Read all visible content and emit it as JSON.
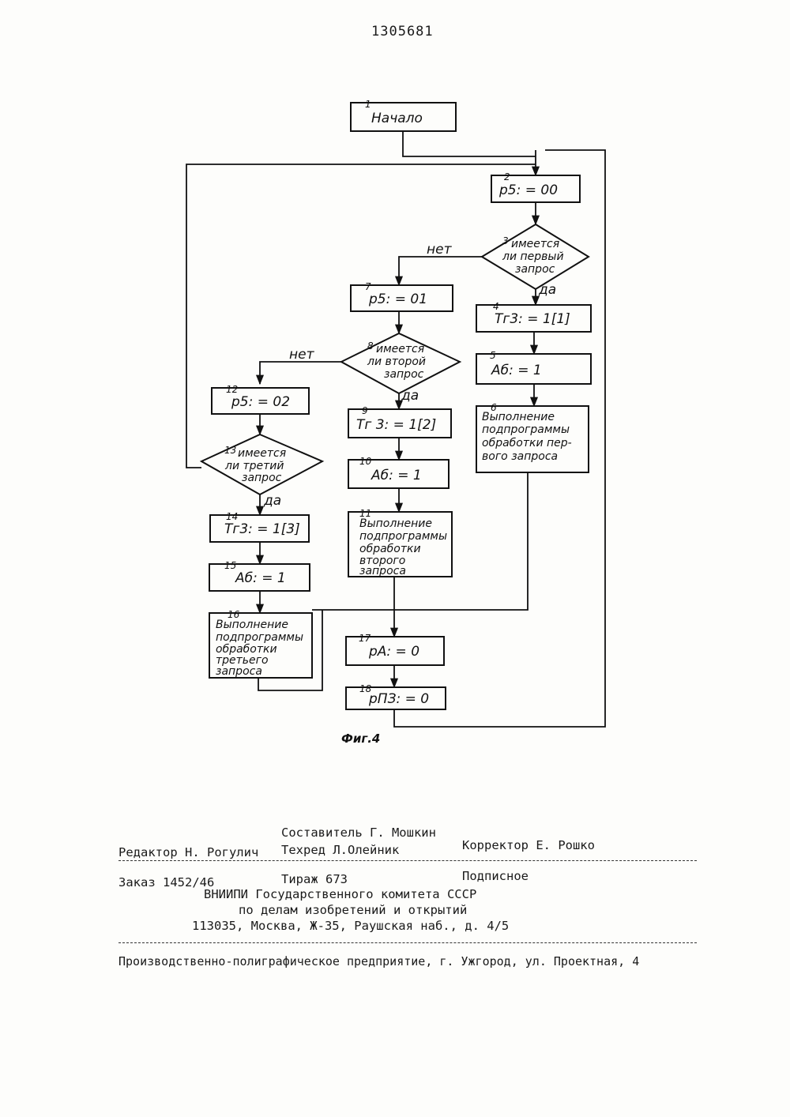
{
  "header": {
    "patent_number": "1305681"
  },
  "flowchart": {
    "nodes": [
      {
        "n": "1",
        "text": "Начало"
      },
      {
        "n": "2",
        "text": "р5: = 00"
      },
      {
        "n": "3",
        "lines": [
          "имеется",
          "ли первый",
          "запрос"
        ]
      },
      {
        "n": "4",
        "text": "Тг3: = 1[1]"
      },
      {
        "n": "5",
        "text": "Аб: = 1"
      },
      {
        "n": "6",
        "lines": [
          "Выполнение",
          "подпрограммы",
          "обработки пер-",
          "вого запроса"
        ]
      },
      {
        "n": "7",
        "text": "р5: = 01"
      },
      {
        "n": "8",
        "lines": [
          "имеется",
          "ли второй",
          "запрос"
        ]
      },
      {
        "n": "9",
        "text": "Тг 3: = 1[2]"
      },
      {
        "n": "10",
        "text": "Аб: = 1"
      },
      {
        "n": "11",
        "lines": [
          "Выполнение",
          "подпрограммы",
          "обработки",
          "второго",
          "запроса"
        ]
      },
      {
        "n": "12",
        "text": "р5: = 02"
      },
      {
        "n": "13",
        "lines": [
          "имеется",
          "ли третий",
          "запрос"
        ]
      },
      {
        "n": "14",
        "text": "Тг3: = 1[3]"
      },
      {
        "n": "15",
        "text": "Аб: = 1"
      },
      {
        "n": "16",
        "lines": [
          "Выполнение",
          "подпрограммы",
          "обработки",
          "третьего",
          "запроса"
        ]
      },
      {
        "n": "17",
        "text": "рА: = 0"
      },
      {
        "n": "18",
        "text": "рПЗ: = 0"
      }
    ],
    "yes_label": "да",
    "no_label": "нет",
    "caption": "Фиг.4"
  },
  "imprint": {
    "composer": "Составитель Г. Мошкин",
    "editor": "Редактор Н. Рогулич",
    "techred": "Техред Л.Олейник",
    "corrector": "Корректор Е. Рошко",
    "order": "Заказ 1452/46",
    "circulation": "Тираж 673",
    "subscription": "Подписное",
    "org_line1": "ВНИИПИ Государственного комитета СССР",
    "org_line2": "по делам изобретений и открытий",
    "address": "113035, Москва, Ж-35, Раушская наб., д. 4/5",
    "printer": "Производственно-полиграфическое предприятие, г. Ужгород, ул. Проектная, 4"
  }
}
